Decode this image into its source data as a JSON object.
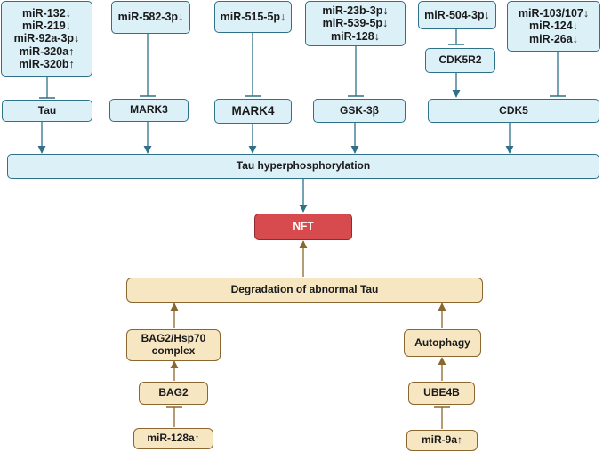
{
  "mirnas": {
    "tau": [
      "miR-132↓",
      "miR-219↓",
      "miR-92a-3p↓",
      "miR-320a↑",
      "miR-320b↑"
    ],
    "mark3": [
      "miR-582-3p↓"
    ],
    "mark4": [
      "miR-515-5p↓"
    ],
    "gsk3b": [
      "miR-23b-3p↓",
      "miR-539-5p↓",
      "miR-128↓"
    ],
    "cdk5r2": [
      "miR-504-3p↓"
    ],
    "cdk5": [
      "miR-103/107↓",
      "miR-124↓",
      "miR-26a↓"
    ]
  },
  "targets": {
    "tau": "Tau",
    "mark3": "MARK3",
    "mark4": "MARK4",
    "gsk3b": "GSK-3β",
    "cdk5r2": "CDK5R2",
    "cdk5": "CDK5"
  },
  "hyperphosphorylation": "Tau hyperphosphorylation",
  "nft": "NFT",
  "degradation": "Degradation of abnormal Tau",
  "left_path": {
    "complex": "BAG2/Hsp70 complex",
    "bag2": "BAG2",
    "mirna": "miR-128a↑"
  },
  "right_path": {
    "autophagy": "Autophagy",
    "ube4b": "UBE4B",
    "mirna": "miR-9a↑"
  },
  "colors": {
    "blue_fill": "#dcf0f8",
    "blue_line": "#2e7189",
    "tan_fill": "#f6e6c2",
    "tan_line": "#8a6630",
    "nft_fill": "#d74a4e"
  }
}
